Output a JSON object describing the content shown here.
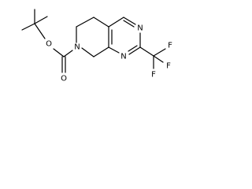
{
  "molecule": {
    "atoms": {
      "o_ether": "O",
      "o_carbonyl": "O",
      "n_ring": "N",
      "n_pyrimidine_top": "N",
      "n_pyrimidine_bottom": "N",
      "f_top": "F",
      "f_right": "F",
      "f_bottom": "F"
    }
  }
}
